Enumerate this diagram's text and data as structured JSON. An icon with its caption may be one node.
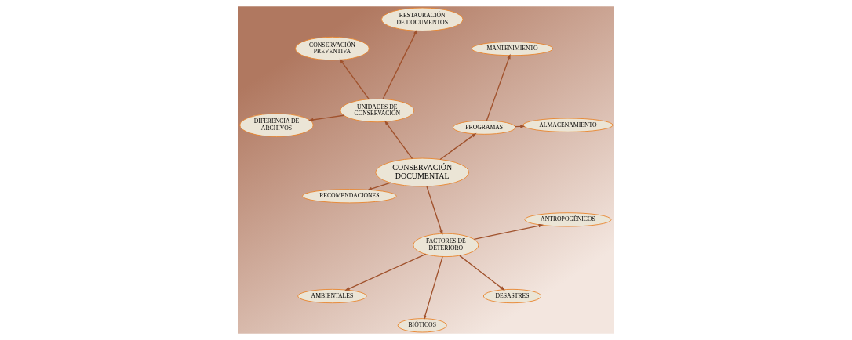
{
  "diagram": {
    "nodes": [
      {
        "text": [
          "CONSERVACIÓN DOCUMENTAL"
        ]
      },
      {
        "text": [
          "PROGRAMAS"
        ]
      },
      {
        "text": [
          "ALMACENAMIENTO"
        ]
      },
      {
        "text": [
          "MANTENIMIENTO"
        ]
      },
      {
        "text": [
          "UNIDADES DE CONSERVACIÓN"
        ]
      },
      {
        "text": [
          "RESTAURACIÓN DE DOCUMENTOS"
        ]
      },
      {
        "text": [
          "CONSERVACIÓN PREVENTIVA"
        ]
      },
      {
        "text": [
          "DIFERENCIA DE ARCHIVOS"
        ]
      },
      {
        "text": [
          "RECOMENDACIONES"
        ]
      },
      {
        "text": [
          "FACTORES DE DETERIORO"
        ]
      },
      {
        "text": [
          "AMBIENTALES"
        ]
      },
      {
        "text": [
          "BIÓTICOS"
        ]
      },
      {
        "text": [
          "DESASTRES"
        ]
      },
      {
        "text": [
          "ANTROPOGÉNICOS"
        ]
      }
    ],
    "edges": [
      {
        "from": 0,
        "to": 1,
        "arrow": "to"
      },
      {
        "from": 1,
        "to": 2,
        "arrow": "to"
      },
      {
        "from": 1,
        "to": 3,
        "arrow": "to"
      },
      {
        "from": 0,
        "to": 4,
        "arrow": "to"
      },
      {
        "from": 4,
        "to": 5,
        "arrow": "to"
      },
      {
        "from": 4,
        "to": 6,
        "arrow": "to"
      },
      {
        "from": 4,
        "to": 7,
        "arrow": "to"
      },
      {
        "from": 0,
        "to": 8,
        "arrow": "to"
      },
      {
        "from": 0,
        "to": 9,
        "arrow": "to"
      },
      {
        "from": 9,
        "to": 10,
        "arrow": "to"
      },
      {
        "from": 9,
        "to": 11,
        "arrow": "to"
      },
      {
        "from": 9,
        "to": 12,
        "arrow": "to"
      },
      {
        "from": 9,
        "to": 13,
        "arrow": "to"
      }
    ]
  }
}
